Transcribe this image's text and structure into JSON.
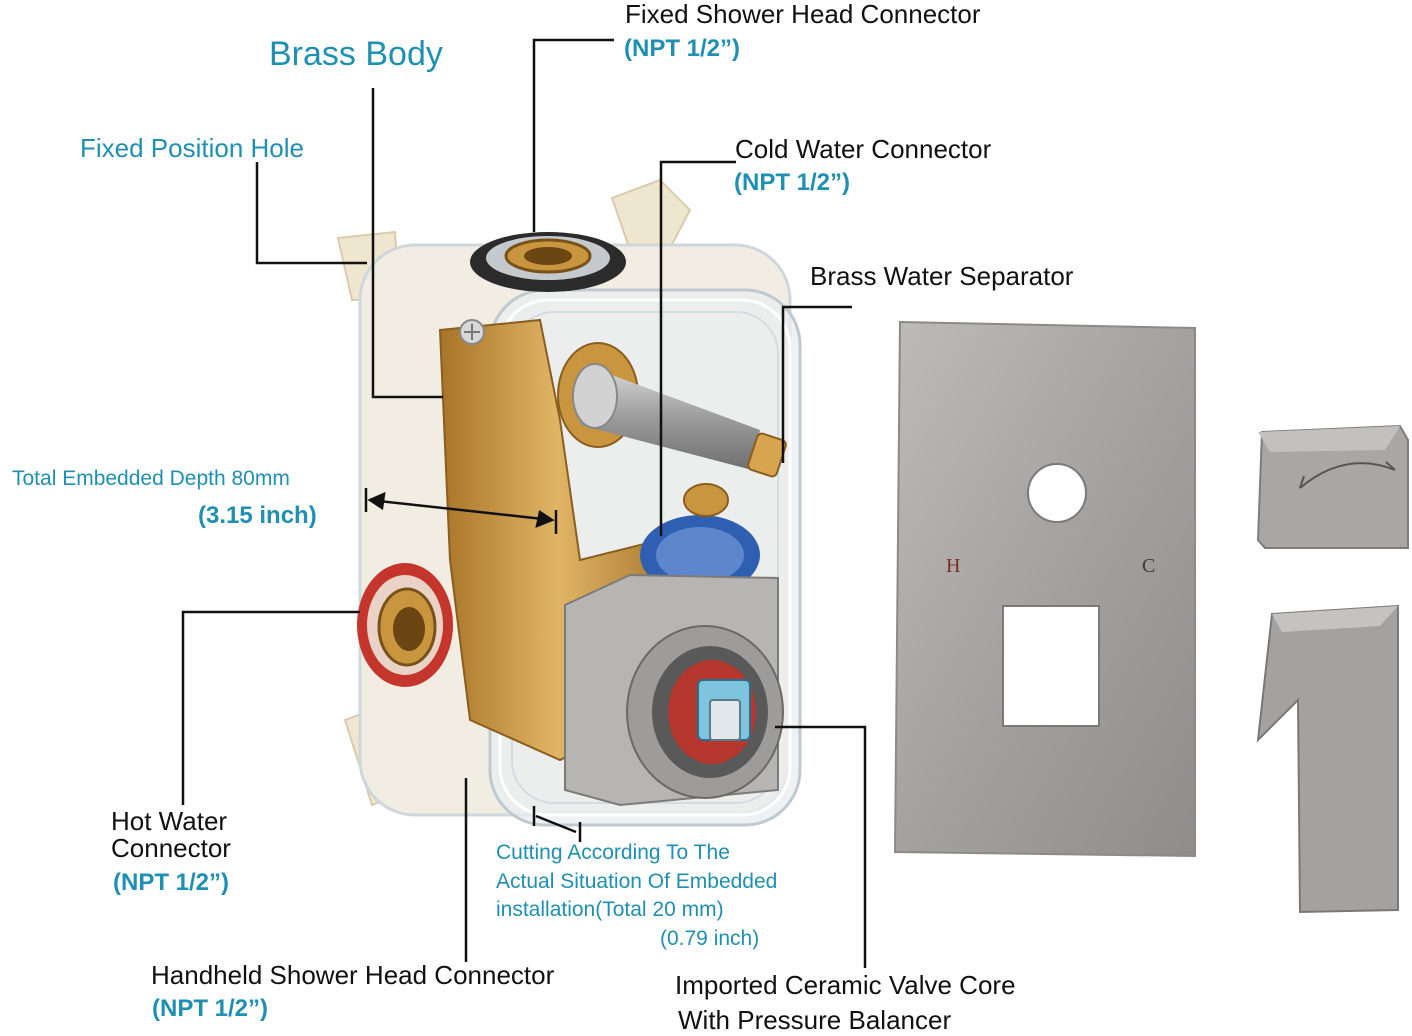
{
  "labels": {
    "brass_body": "Brass Body",
    "fixed_position_hole": "Fixed Position Hole",
    "fixed_shower_head": "Fixed Shower Head Connector",
    "fixed_shower_head_npt": "(NPT 1/2”)",
    "cold_water": "Cold Water Connector",
    "cold_water_npt": "(NPT 1/2”)",
    "brass_separator": "Brass Water Separator",
    "depth": "Total Embedded Depth 80mm",
    "depth_inch": "(3.15 inch)",
    "hot_water_line1": "Hot Water",
    "hot_water_line2": "Connector",
    "hot_water_npt": "(NPT 1/2”)",
    "cutting_line1": "Cutting According To The",
    "cutting_line2": "Actual Situation Of Embedded",
    "cutting_line3": "installation(Total 20 mm)",
    "cutting_inch": "(0.79 inch)",
    "handheld": "Handheld Shower Head Connector",
    "handheld_npt": "(NPT 1/2”)",
    "ceramic_line1": "Imported Ceramic Valve Core",
    "ceramic_line2": "With Pressure Balancer"
  },
  "plate_marks": {
    "hot": "H",
    "cold": "C"
  },
  "colors": {
    "label_blue": "#1f8fb3",
    "brass": "#c9963f",
    "nickel": "#a3a1a0",
    "clear_plastic": "#e9eef2",
    "cream_plastic": "#efe6cf",
    "hot_ring": "#c4352c",
    "cold_ring": "#2f5fb0"
  }
}
